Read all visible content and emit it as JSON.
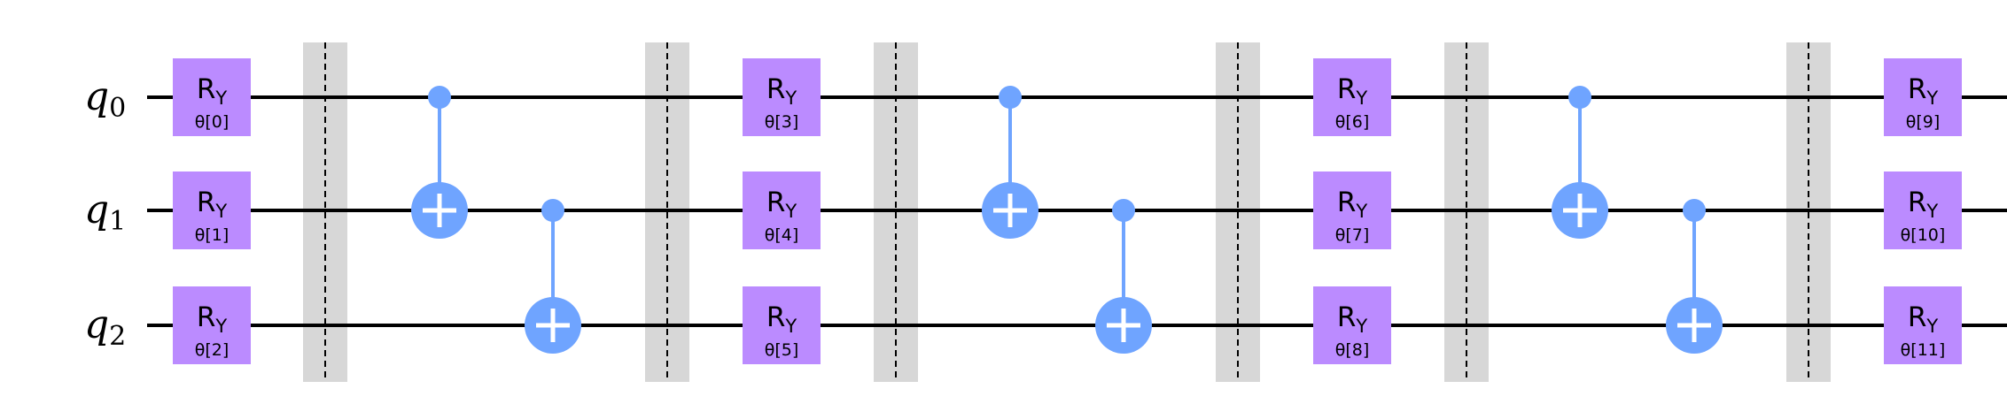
{
  "colors": {
    "background": "#ffffff",
    "wire": "#000000",
    "rotation_gate": "#bb8bff",
    "cx_gate": "#6fa4ff",
    "barrier": "#bdbdbd",
    "barrier_line": "#000000",
    "gate_text": "#000000",
    "cx_plus": "#ffffff"
  },
  "qubits": [
    {
      "base": "q",
      "sub": "0"
    },
    {
      "base": "q",
      "sub": "1"
    },
    {
      "base": "q",
      "sub": "2"
    }
  ],
  "gate_name": {
    "base": "R",
    "sub": "Y"
  },
  "circuit": {
    "columns": [
      {
        "type": "rotation",
        "params": [
          "θ[0]",
          "θ[1]",
          "θ[2]"
        ]
      },
      {
        "type": "barrier"
      },
      {
        "type": "cx",
        "control": 0,
        "target": 1
      },
      {
        "type": "cx",
        "control": 1,
        "target": 2
      },
      {
        "type": "barrier"
      },
      {
        "type": "rotation",
        "params": [
          "θ[3]",
          "θ[4]",
          "θ[5]"
        ]
      },
      {
        "type": "barrier"
      },
      {
        "type": "cx",
        "control": 0,
        "target": 1
      },
      {
        "type": "cx",
        "control": 1,
        "target": 2
      },
      {
        "type": "barrier"
      },
      {
        "type": "rotation",
        "params": [
          "θ[6]",
          "θ[7]",
          "θ[8]"
        ]
      },
      {
        "type": "barrier"
      },
      {
        "type": "cx",
        "control": 0,
        "target": 1
      },
      {
        "type": "cx",
        "control": 1,
        "target": 2
      },
      {
        "type": "barrier"
      },
      {
        "type": "rotation",
        "params": [
          "θ[9]",
          "θ[10]",
          "θ[11]"
        ]
      }
    ]
  }
}
